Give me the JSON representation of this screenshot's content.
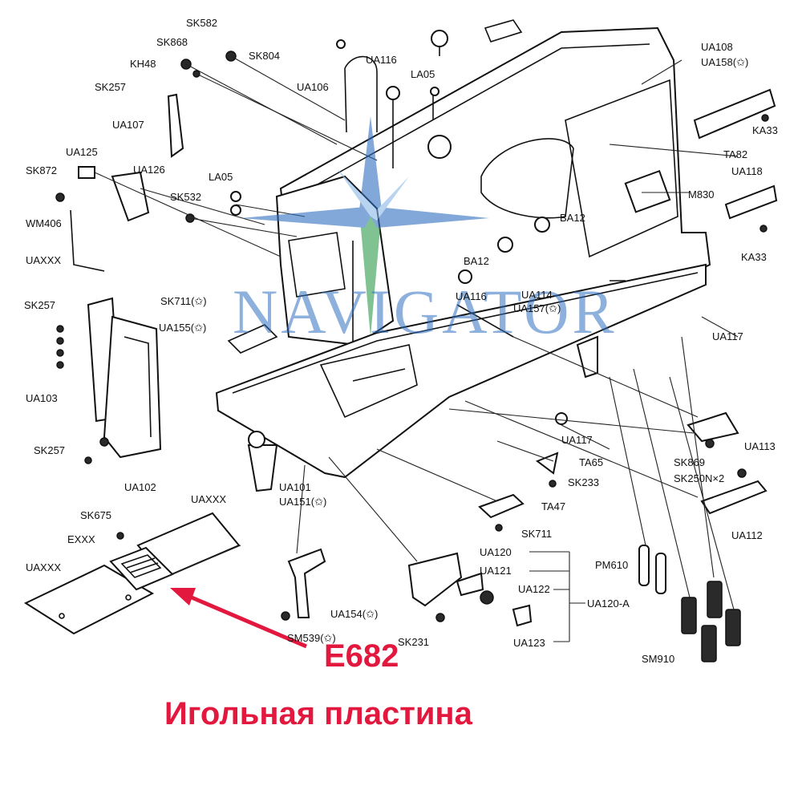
{
  "colors": {
    "highlight": "#e3183f",
    "watermark": "#2f6fbf",
    "line": "#111111"
  },
  "watermark": {
    "text": "NAVIGATOR",
    "icon": "compass-rose-icon"
  },
  "highlight": {
    "code": "E682",
    "name": "Игольная пластина",
    "arrow_icon": "red-arrow-icon"
  },
  "labels": [
    "SK582",
    "SK868",
    "SK804",
    "KH48",
    "SK257",
    "UA106",
    "UA116",
    "LA05",
    "UA108",
    "UA158(✩)",
    "UA107",
    "KA33",
    "TA82",
    "UA118",
    "UA125",
    "UA126",
    "LA05",
    "SK872",
    "SK532",
    "M830",
    "WM406",
    "BA12",
    "UAXXX",
    "BA12",
    "KA33",
    "UA116",
    "UA114",
    "UA157(✩)",
    "SK257",
    "SK711(✩)",
    "UA155(✩)",
    "UA117",
    "UA103",
    "UA113",
    "UA117",
    "TA65",
    "SK869",
    "SK257",
    "SK233",
    "SK250N×2",
    "UA102",
    "UA101",
    "UA151(✩)",
    "TA47",
    "UAXXX",
    "SK675",
    "SK711",
    "UA112",
    "EXXX",
    "UA120",
    "UA121",
    "PM610",
    "UAXXX",
    "UA122",
    "UA120-A",
    "UA154(✩)",
    "SM539(✩)",
    "SK231",
    "UA123",
    "SM910"
  ]
}
